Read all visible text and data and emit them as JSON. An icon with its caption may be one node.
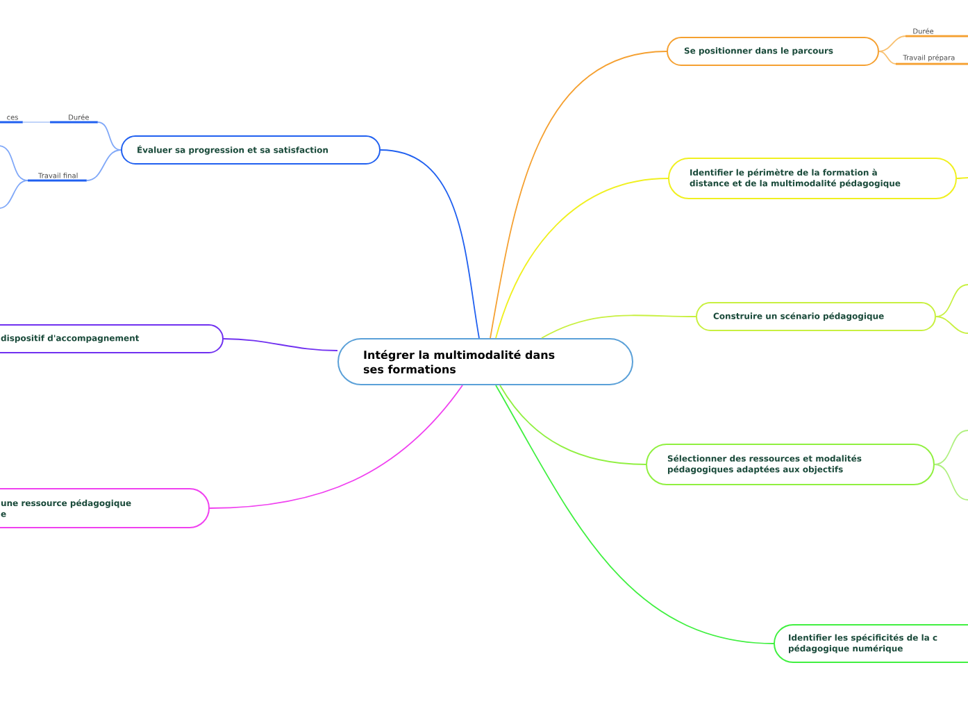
{
  "diagram": {
    "nodes": [
      {
        "text": [
          "Intégrer la multimodalité dans ses formations"
        ]
      },
      {
        "text": [
          "Se positionner dans le parcours"
        ]
      },
      {
        "text": [
          "Durée"
        ]
      },
      {
        "text": [
          "Travail prépara"
        ]
      },
      {
        "text": [
          "Identifier le périmètre de la formation à distance et de la multimodalité pédagogique"
        ]
      },
      {
        "text": [
          "Construire un scénario pédagogique"
        ]
      },
      {
        "text": [
          "Sélectionner des ressources et modalités pédagogiques adaptées aux objectifs"
        ]
      },
      {
        "text": [
          "Identifier les spécificités de la c pédagogique numérique"
        ]
      },
      {
        "text": [
          "Évaluer sa progression et sa satisfaction"
        ]
      },
      {
        "text": [
          "Durée"
        ]
      },
      {
        "text": [
          "ces"
        ]
      },
      {
        "text": [
          "Travail final"
        ]
      },
      {
        "text": [
          "dispositif d'accompagnement"
        ]
      },
      {
        "text": [
          "une ressource pédagogique e"
        ]
      }
    ],
    "edges": [
      {
        "from": 0,
        "to": 1,
        "arrow": "none",
        "color": "#f5a030"
      },
      {
        "from": 1,
        "to": 2,
        "arrow": "none",
        "color": "#f8c070"
      },
      {
        "from": 1,
        "to": 3,
        "arrow": "none",
        "color": "#f8c070"
      },
      {
        "from": 0,
        "to": 4,
        "arrow": "none",
        "color": "#f0f020"
      },
      {
        "from": 4,
        "to": null,
        "arrow": "none",
        "color": "#f0f020"
      },
      {
        "from": 0,
        "to": 5,
        "arrow": "none",
        "color": "#c8f040"
      },
      {
        "from": 5,
        "to": null,
        "arrow": "none",
        "color": "#c8f040"
      },
      {
        "from": 5,
        "to": null,
        "arrow": "none",
        "color": "#c8f040"
      },
      {
        "from": 0,
        "to": 6,
        "arrow": "none",
        "color": "#90f040"
      },
      {
        "from": 6,
        "to": null,
        "arrow": "none",
        "color": "#b0f080"
      },
      {
        "from": 6,
        "to": null,
        "arrow": "none",
        "color": "#b0f080"
      },
      {
        "from": 0,
        "to": 7,
        "arrow": "none",
        "color": "#40f040"
      },
      {
        "from": 0,
        "to": 8,
        "arrow": "none",
        "color": "#2060f0"
      },
      {
        "from": 8,
        "to": 9,
        "arrow": "none",
        "color": "#80a8f8"
      },
      {
        "from": 9,
        "to": 10,
        "arrow": "none",
        "color": "#c0d4fa"
      },
      {
        "from": 8,
        "to": 11,
        "arrow": "none",
        "color": "#80a8f8"
      },
      {
        "from": 11,
        "to": null,
        "arrow": "none",
        "color": "#80a8f8"
      },
      {
        "from": 11,
        "to": null,
        "arrow": "none",
        "color": "#80a8f8"
      },
      {
        "from": 0,
        "to": 12,
        "arrow": "none",
        "color": "#7030f0"
      },
      {
        "from": 0,
        "to": 13,
        "arrow": "none",
        "color": "#f040f0"
      }
    ]
  }
}
